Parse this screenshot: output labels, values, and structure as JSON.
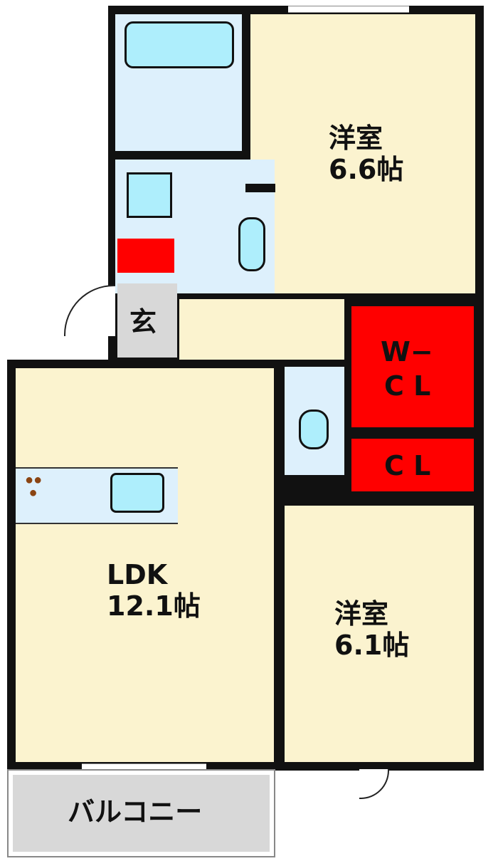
{
  "rooms": {
    "western1": {
      "name": "洋室",
      "size": "6.6帖"
    },
    "western2": {
      "name": "洋室",
      "size": "6.1帖"
    },
    "ldk": {
      "name": "LDK",
      "size": "12.1帖"
    },
    "entrance": "玄",
    "wcl": {
      "line1": "W−",
      "line2": "C L"
    },
    "cl": "C L",
    "balcony": "バルコニー"
  },
  "colors": {
    "floor": "#FBF3CF",
    "wet": "#DDF0FC",
    "storage": "#FF0000",
    "wall": "#111111",
    "entrance": "#D8D8D8"
  }
}
